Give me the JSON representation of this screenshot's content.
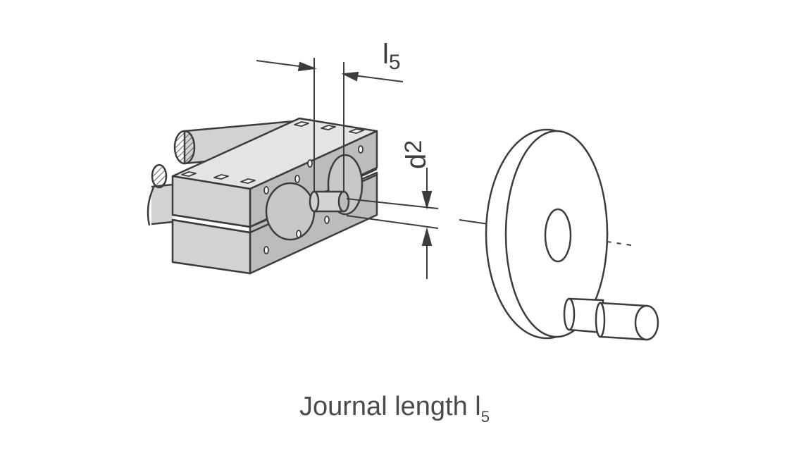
{
  "figure": {
    "caption_text": "Journal length ",
    "caption_symbol": "l",
    "caption_subscript": "5",
    "dim_l5_symbol": "l",
    "dim_l5_subscript": "5",
    "dim_d2_symbol": "d",
    "dim_d2_subscript": "2",
    "colors": {
      "line": "#3c3c3c",
      "face": "#d2d2d2",
      "face_dark": "#bcbcbc",
      "face_light": "#e4e4e4"
    }
  }
}
